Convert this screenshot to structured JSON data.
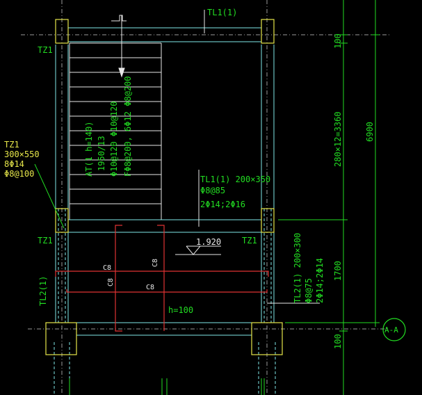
{
  "colors": {
    "background": "#000000",
    "green": "#22dd22",
    "cyan": "#7fe7e7",
    "yellow": "#e6e64a",
    "white": "#e8e8e8",
    "red": "#e03333",
    "grid": "#9a9a9a"
  },
  "labels": {
    "tl1_top": "TL1(1)",
    "tz1_top_left": "TZ1",
    "tz1_mid_left": "TZ1",
    "tz1_mid_right": "TZ1",
    "tz1_note_title": "TZ1",
    "tz1_note_size": "300×550",
    "tz1_note_rebar": "8Φ14",
    "tz1_note_stirrup": "Φ8@100",
    "tl1_mid_title": "TL1(1)  200×350",
    "tl1_mid_stirrup": "Φ8@85",
    "tl1_mid_rebar": "2Φ14;2Φ16",
    "elevation": "1.920",
    "tl2_left": "TL2(1)",
    "tl2_right_title": "TL2(1)  200×300",
    "tl2_right_stirrup": "Φ8@75",
    "tl2_right_rebar": "2Φ14;2Φ14",
    "h100": "h=100",
    "c8_a": "C8",
    "c8_b": "C8",
    "c8_c": "C8",
    "c8_d": "C8",
    "stair_1": "AT(1 h=140)",
    "stair_2": "1950/13",
    "stair_3": "Φ10@120 Φ10@120",
    "stair_4": "FΦ8@200, 6Φ12 Φ8@200",
    "dim_100_top": "100",
    "dim_run": "280×12=3360",
    "dim_total": "6900",
    "dim_1700": "1700",
    "dim_100_bottom": "100",
    "section_mark": "A-A"
  }
}
